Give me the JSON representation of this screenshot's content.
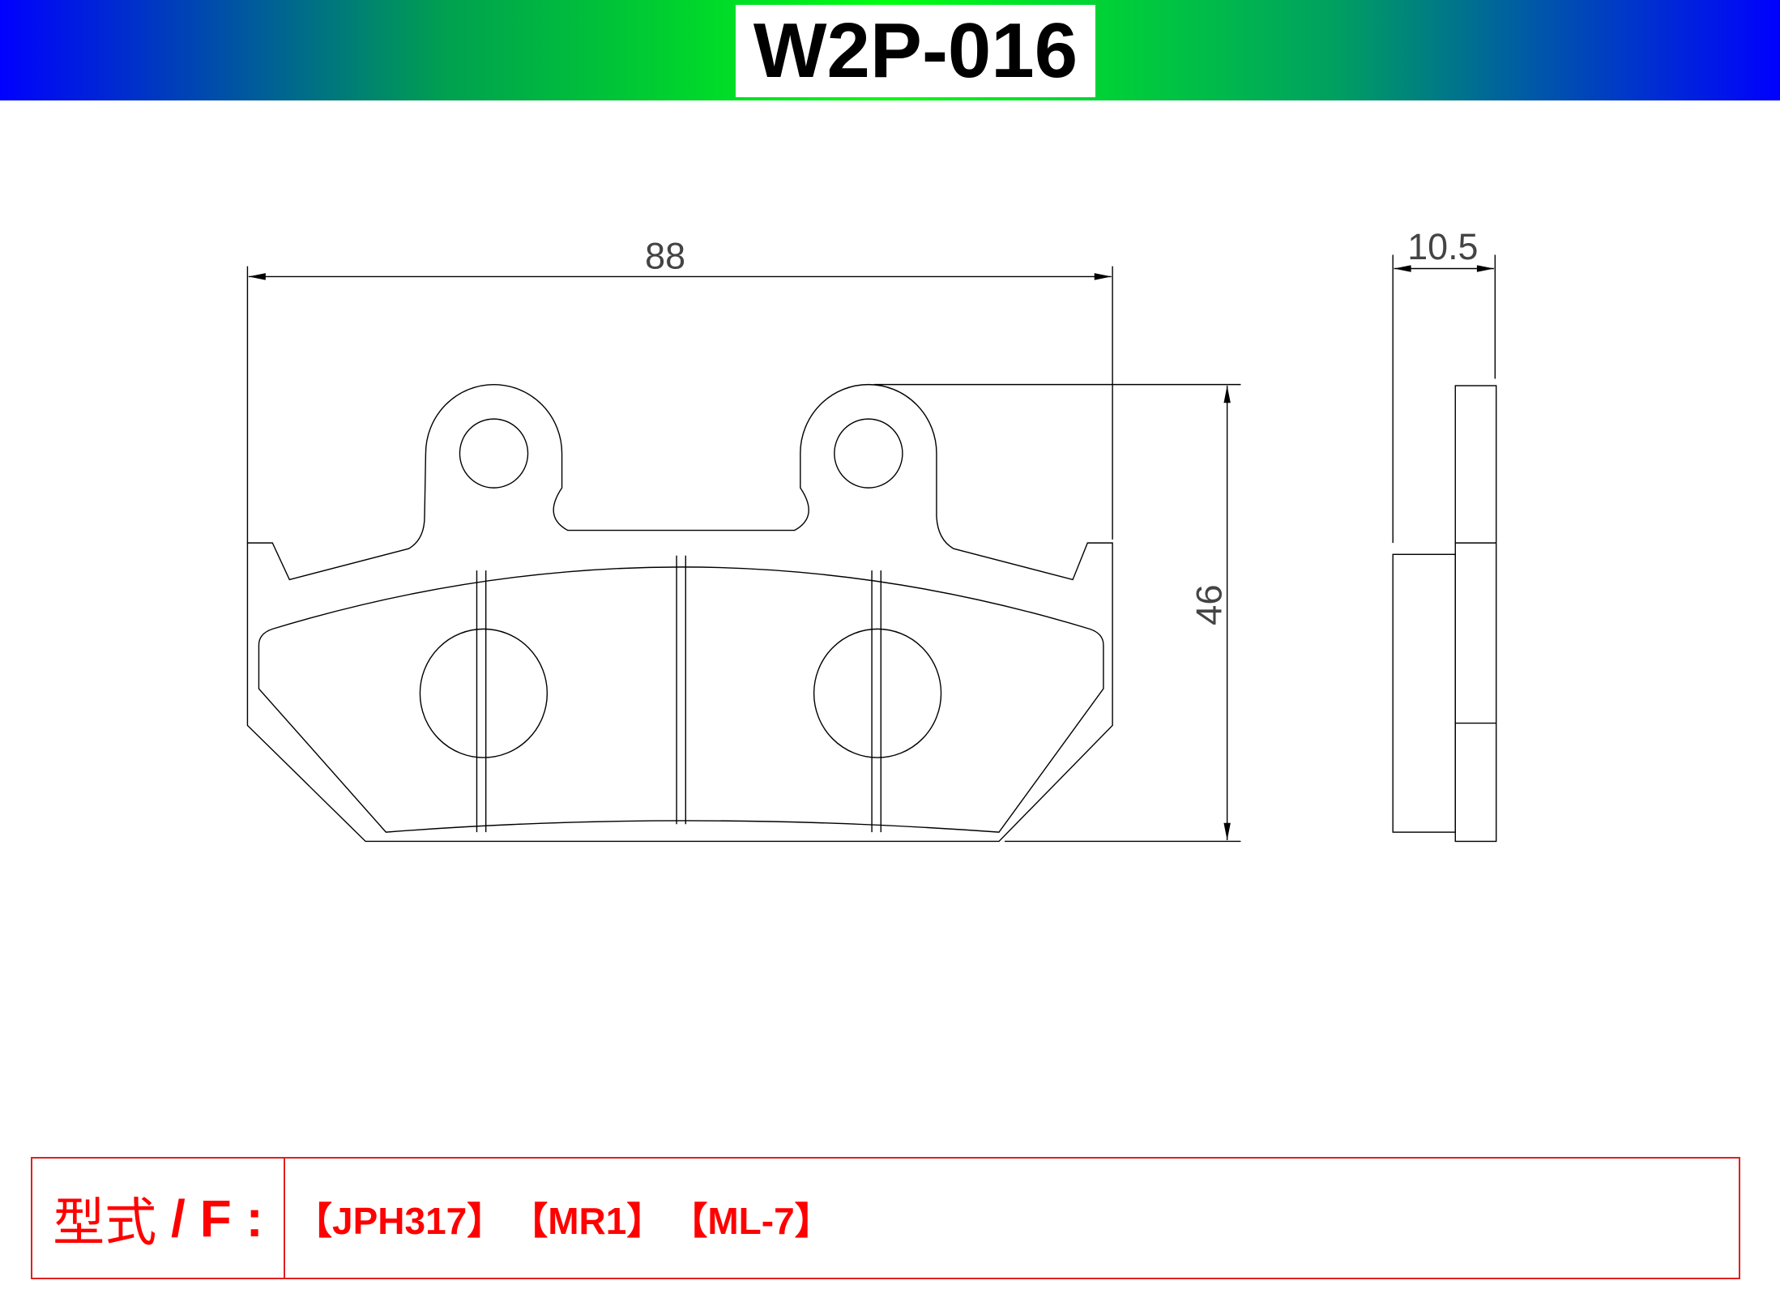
{
  "header": {
    "title": "W2P-016"
  },
  "dimensions": {
    "width": "88",
    "height": "46",
    "thickness": "10.5"
  },
  "fitment": {
    "label_cn": "型式",
    "label_sep": " / ",
    "label_en": "F :",
    "models": [
      "【JPH317】",
      "【MR1】",
      "【ML-7】"
    ]
  },
  "colors": {
    "accent": "#ff0000",
    "line": "#000000"
  }
}
